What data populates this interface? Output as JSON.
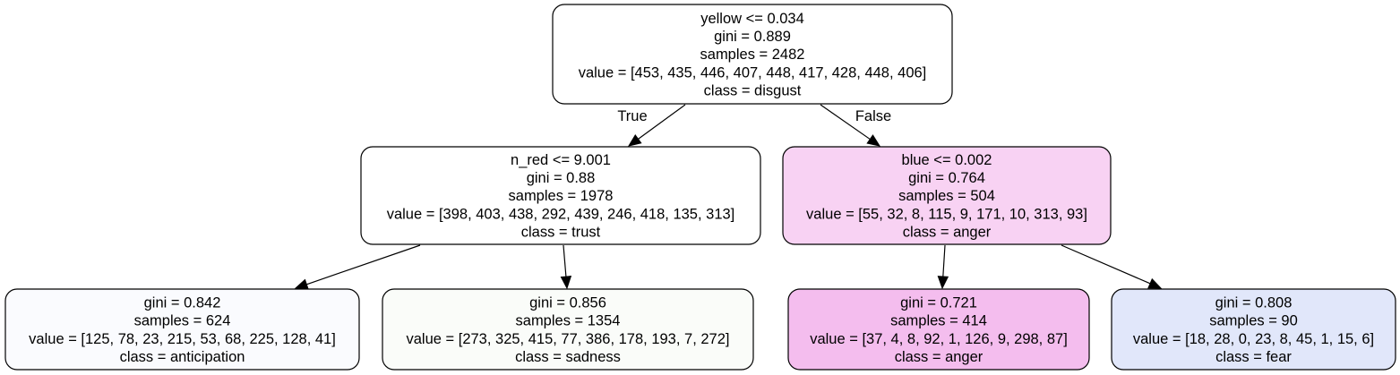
{
  "tree": {
    "nodes": [
      {
        "id": "root",
        "fill": "#ffffff",
        "lines": [
          "yellow <= 0.034",
          "gini = 0.889",
          "samples = 2482",
          "value = [453, 435, 446, 407, 448, 417, 428, 448, 406]",
          "class = disgust"
        ]
      },
      {
        "id": "n1",
        "fill": "#ffffff",
        "lines": [
          "n_red <= 9.001",
          "gini = 0.88",
          "samples = 1978",
          "value = [398, 403, 438, 292, 439, 246, 418, 135, 313]",
          "class = trust"
        ]
      },
      {
        "id": "n2",
        "fill": "#f8d2f3",
        "lines": [
          "blue <= 0.002",
          "gini = 0.764",
          "samples = 504",
          "value = [55, 32, 8, 115, 9, 171, 10, 313, 93]",
          "class = anger"
        ]
      },
      {
        "id": "n3",
        "fill": "#fafbfe",
        "lines": [
          "gini = 0.842",
          "samples = 624",
          "value = [125, 78, 23, 215, 53, 68, 225, 128, 41]",
          "class = anticipation"
        ]
      },
      {
        "id": "n4",
        "fill": "#fafcf9",
        "lines": [
          "gini = 0.856",
          "samples = 1354",
          "value = [273, 325, 415, 77, 386, 178, 193, 7, 272]",
          "class = sadness"
        ]
      },
      {
        "id": "n5",
        "fill": "#f4bdee",
        "lines": [
          "gini = 0.721",
          "samples = 414",
          "value = [37, 4, 8, 92, 1, 126, 9, 298, 87]",
          "class = anger"
        ]
      },
      {
        "id": "n6",
        "fill": "#e1e7fa",
        "lines": [
          "gini = 0.808",
          "samples = 90",
          "value = [18, 28, 0, 23, 8, 45, 1, 15, 6]",
          "class = fear"
        ]
      }
    ],
    "edges": [
      {
        "from": "root",
        "to": "n1",
        "label": "True"
      },
      {
        "from": "root",
        "to": "n2",
        "label": "False"
      },
      {
        "from": "n1",
        "to": "n3",
        "label": ""
      },
      {
        "from": "n1",
        "to": "n4",
        "label": ""
      },
      {
        "from": "n2",
        "to": "n5",
        "label": ""
      },
      {
        "from": "n2",
        "to": "n6",
        "label": ""
      }
    ]
  }
}
